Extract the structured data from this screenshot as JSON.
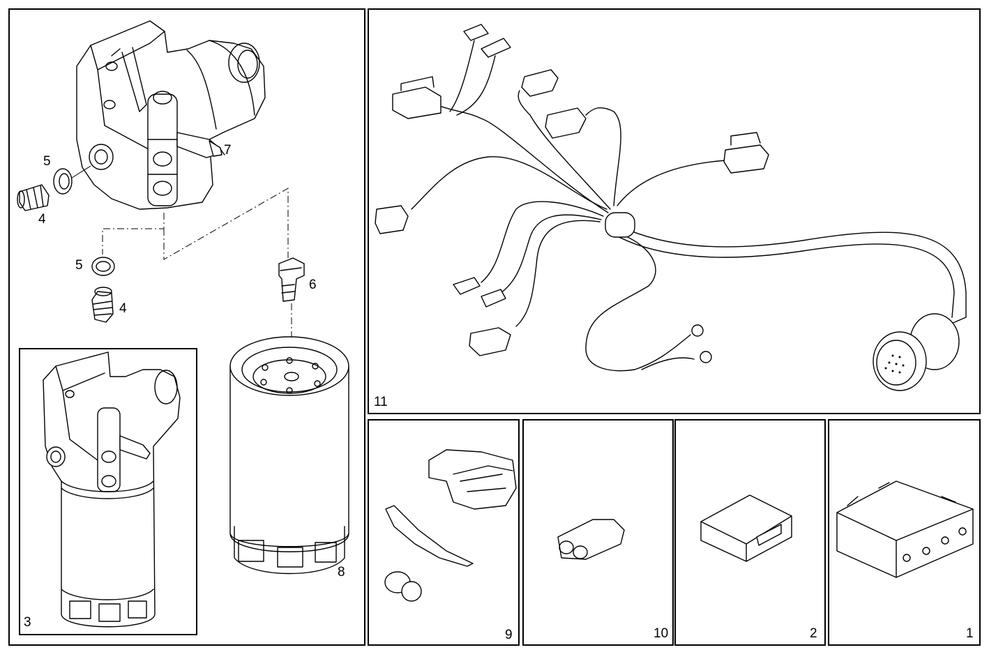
{
  "callouts": {
    "p1": "1",
    "p2": "2",
    "p3": "3",
    "p4a": "4",
    "p4b": "4",
    "p5a": "5",
    "p5b": "5",
    "p6": "6",
    "p7": "7",
    "p8": "8",
    "p9": "9",
    "p10": "10",
    "p11": "11"
  }
}
